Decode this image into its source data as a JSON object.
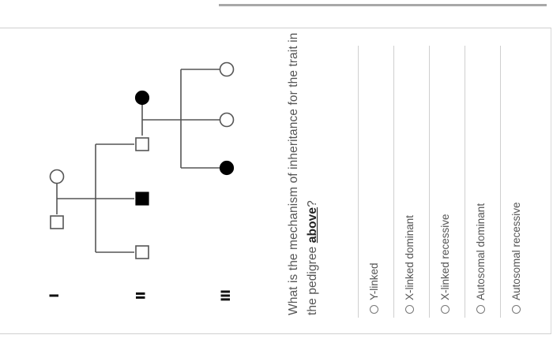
{
  "question": {
    "text_before": "What is the mechanism of inheritance for the trait in the pedigree ",
    "emphasis": "above",
    "text_after": "?"
  },
  "options": [
    {
      "label": "Y-linked"
    },
    {
      "label": "X-linked dominant"
    },
    {
      "label": "X-linked recessive"
    },
    {
      "label": "Autosomal dominant"
    },
    {
      "label": "Autosomal recessive"
    }
  ],
  "generations": [
    "I",
    "II",
    "III"
  ],
  "colors": {
    "line": "#555555",
    "affected": "#000000",
    "border": "#cfcfcf",
    "text": "#555555"
  }
}
